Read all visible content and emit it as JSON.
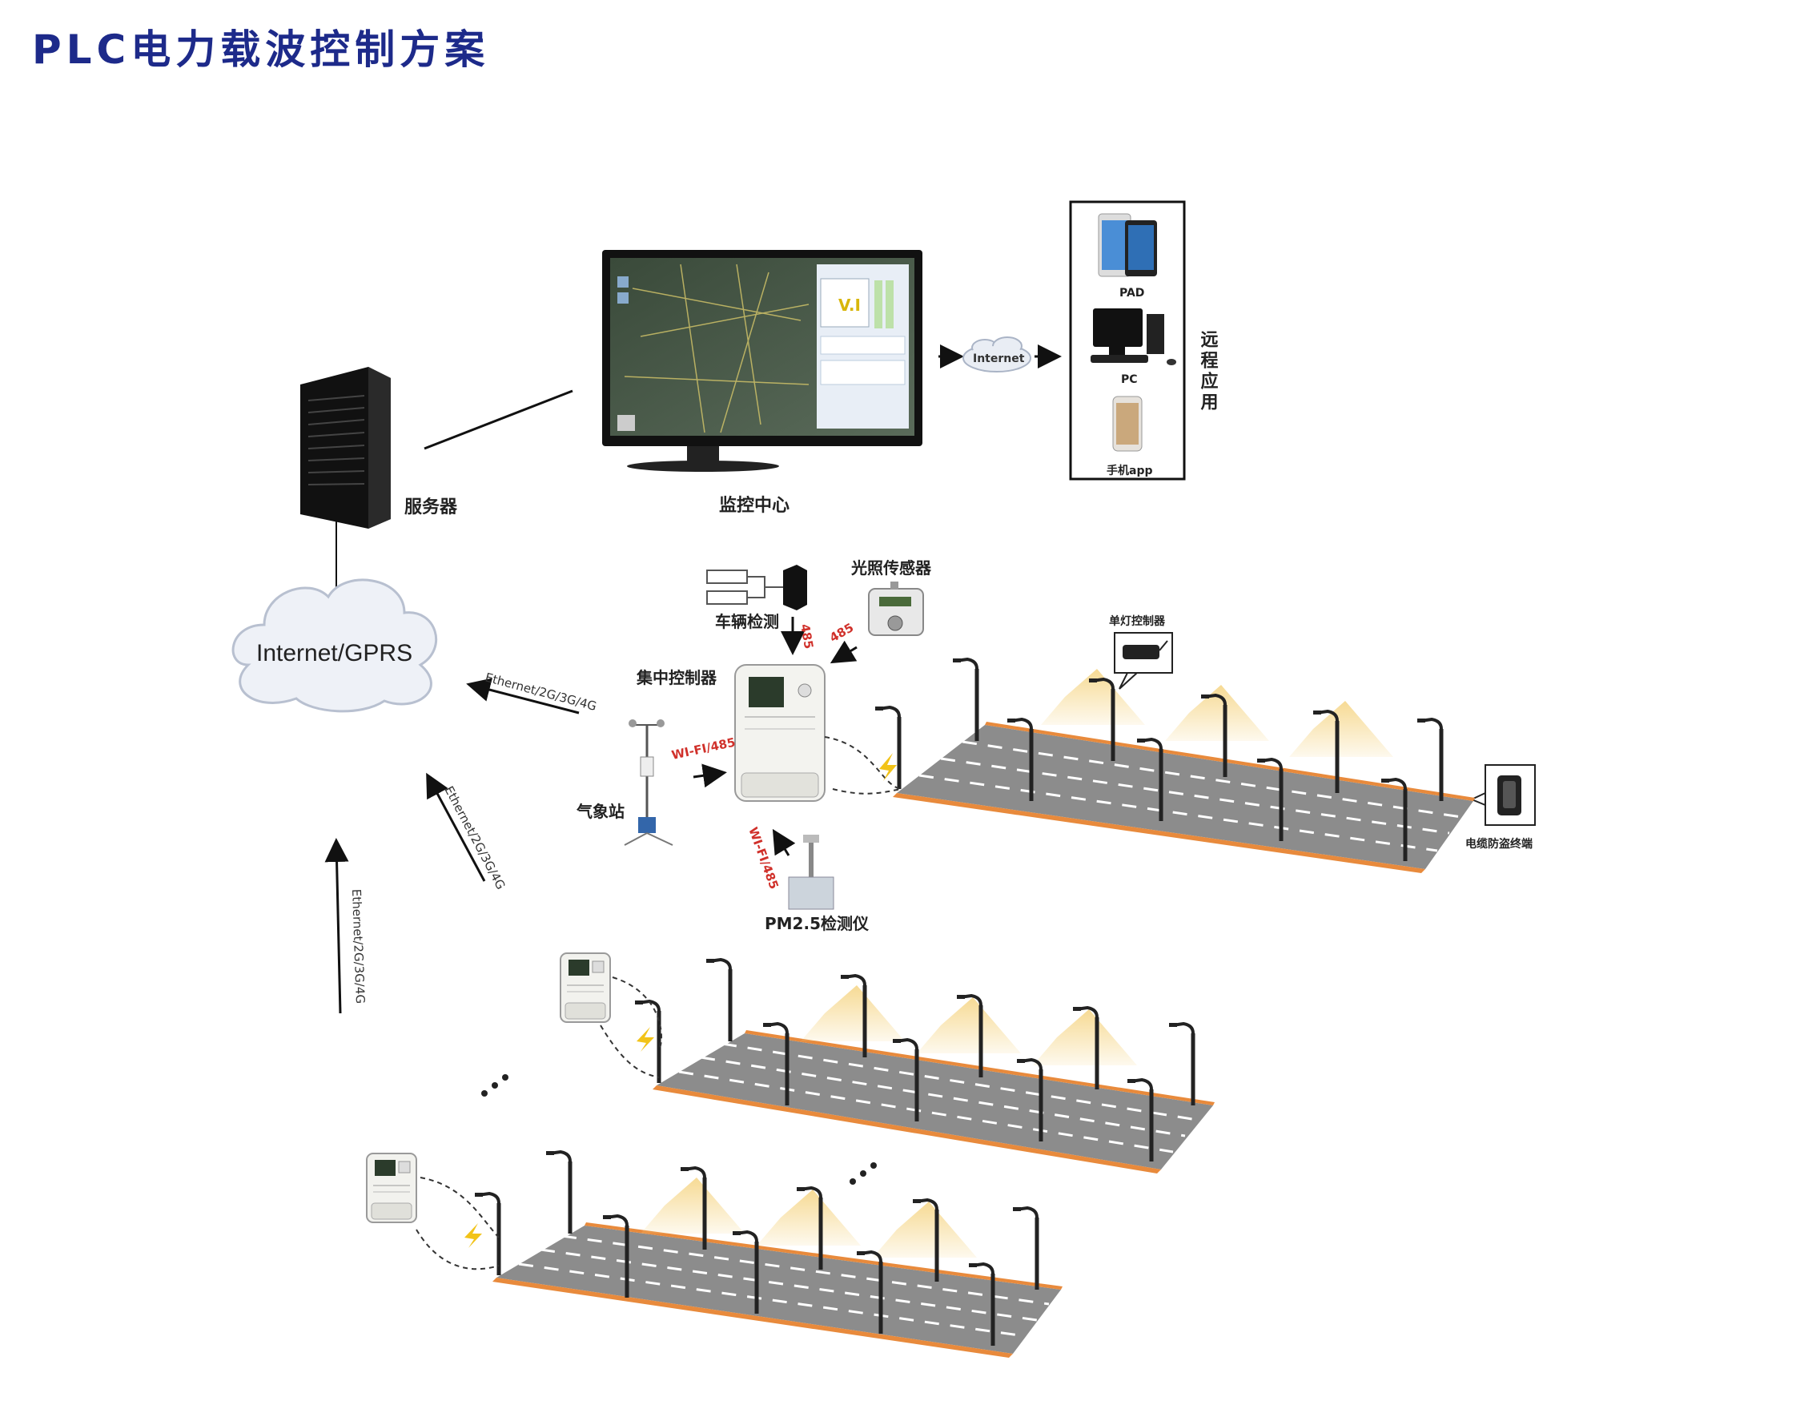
{
  "title": "PLC电力载波控制方案",
  "labels": {
    "server": "服务器",
    "monitor_center": "监控中心",
    "internet": "Internet",
    "cloud": "Internet/GPRS",
    "remote_app": "远程应用",
    "pad": "PAD",
    "pc": "PC",
    "phone": "手机app",
    "vehicle_detect": "车辆检测",
    "light_sensor": "光照传感器",
    "concentrator": "集中控制器",
    "weather_station": "气象站",
    "pm25": "PM2.5检测仪",
    "single_lamp_ctrl": "单灯控制器",
    "cable_antitheft": "电缆防盗终端",
    "link_485_a": "485",
    "link_485_b": "485",
    "link_wifi_weather": "WI-FI/485",
    "link_wifi_pm": "WI-FI/485",
    "link_eth_1": "Ethernet/2G/3G/4G",
    "link_eth_2": "Ethernet/2G/3G/4G",
    "link_eth_3": "Ethernet/2G/3G/4G",
    "ellipsis": "..."
  },
  "colors": {
    "title": "#1d2a8a",
    "road": "#8c8c8c",
    "road_edge": "#e88a3c",
    "light_cone": "#f3cf7a",
    "red_label": "#d0302a"
  }
}
